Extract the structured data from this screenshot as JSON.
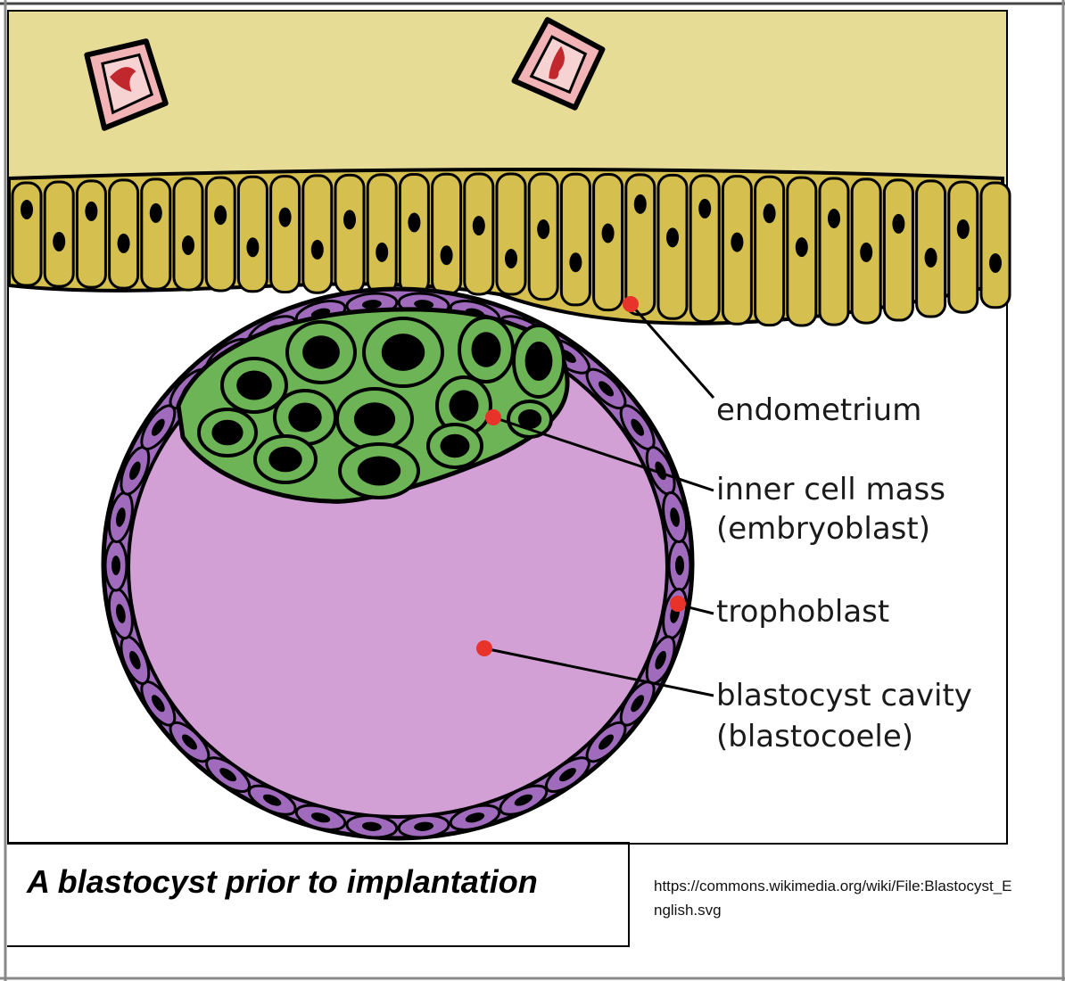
{
  "diagram": {
    "labels": {
      "endometrium": "endometrium",
      "inner_cell_mass_line1": "inner cell mass",
      "inner_cell_mass_line2": "(embryoblast)",
      "trophoblast": "trophoblast",
      "cavity_line1": "blastocyst cavity",
      "cavity_line2": "(blastocoele)"
    },
    "colors": {
      "stroma": "#e6dc95",
      "endometrium_cells": "#d4bf4f",
      "trophoblast": "#a16bbd",
      "cavity": "#d3a0d6",
      "inner_cell_mass": "#6db456",
      "marker": "#e8332b",
      "vessel": "#f1b3b6",
      "blood": "#c0282d"
    }
  },
  "caption": "A blastocyst prior to implantation",
  "source": "https://commons.wikimedia.org/wiki/File:Blastocyst_English.svg"
}
